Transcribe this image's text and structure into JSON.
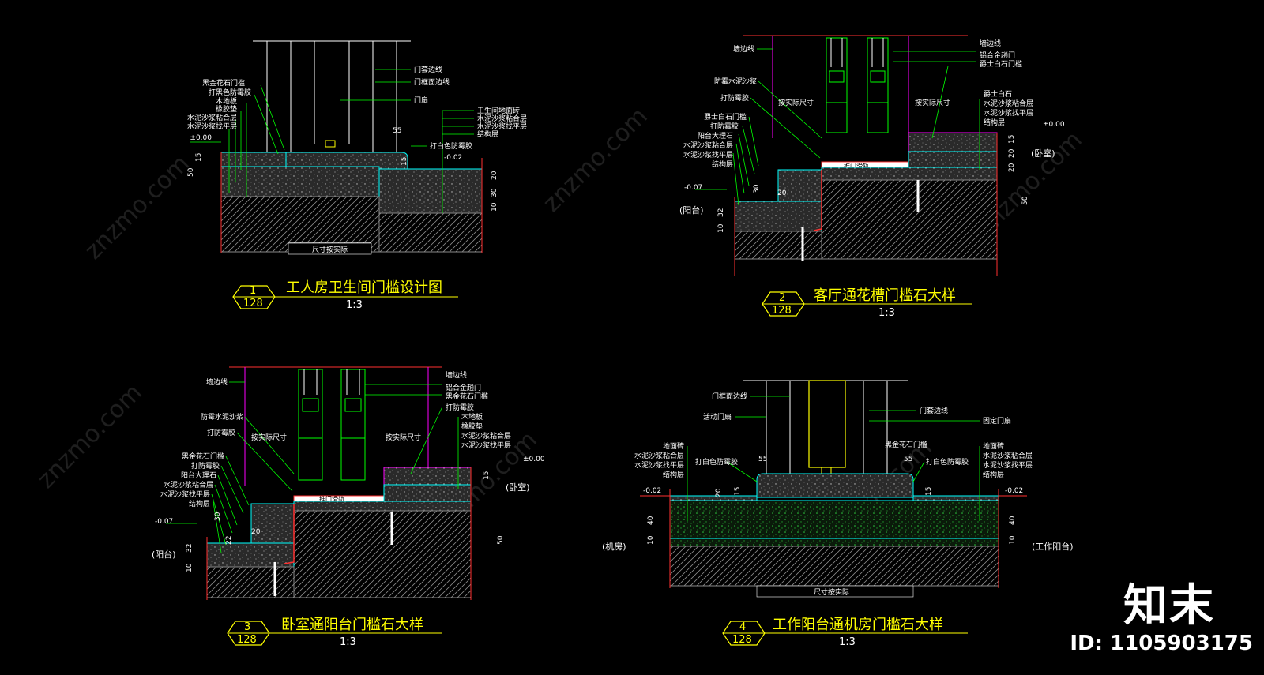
{
  "watermark": {
    "site": "znzmo.com",
    "brand": "知末",
    "id_text": "ID: 1105903175"
  },
  "details": [
    {
      "number": "1",
      "sheet": "128",
      "title": "工人房卫生间门槛设计图",
      "scale": "1:3",
      "left_labels": [
        "黑金花石门槛",
        "打黑色防霉胶",
        "木地板",
        "橡胶垫",
        "水泥沙浆粘合层",
        "水泥沙浆找平层",
        "±0.00"
      ],
      "right_labels": [
        "门套边线",
        "门框面边线",
        "门扇"
      ],
      "right_labels2": [
        "卫生间地面砖",
        "水泥沙浆粘合层",
        "水泥沙浆找平层",
        "结构层"
      ],
      "misc": [
        "打白色防霉胶",
        "-0.02",
        "55",
        "15",
        "15",
        "50",
        "20",
        "30",
        "10",
        "尺寸按实际"
      ]
    },
    {
      "number": "2",
      "sheet": "128",
      "title": "客厅通花槽门槛石大样",
      "scale": "1:3",
      "left_labels": [
        "墙边线",
        "防霉水泥沙浆",
        "打防霉胶",
        "爵士白石门槛",
        "打防霉胶",
        "阳台大理石",
        "水泥沙浆粘合层",
        "水泥沙浆找平层",
        "结构层"
      ],
      "right_labels": [
        "墙边线",
        "铝合金趟门",
        "爵士白石门槛",
        "爵士白石",
        "水泥沙浆粘合层",
        "水泥沙浆找平层",
        "结构层",
        "±0.00"
      ],
      "misc": [
        "按实际尺寸",
        "按实际尺寸",
        "-0.07",
        "(阳台)",
        "(卧室)",
        "推门滑轨",
        "20",
        "20",
        "20",
        "15",
        "50",
        "32",
        "10",
        "30"
      ]
    },
    {
      "number": "3",
      "sheet": "128",
      "title": "卧室通阳台门槛石大样",
      "scale": "1:3",
      "left_labels": [
        "墙边线",
        "防霉水泥沙浆",
        "打防霉胶",
        "黑金花石门槛",
        "打防霉胶",
        "阳台大理石",
        "水泥沙浆粘合层",
        "水泥沙浆找平层",
        "结构层"
      ],
      "right_labels": [
        "墙边线",
        "铝合金趟门",
        "黑金花石门槛",
        "打防霉胶",
        "木地板",
        "橡胶垫",
        "水泥沙浆粘合层",
        "水泥沙浆找平层",
        "±0.00"
      ],
      "misc": [
        "按实际尺寸",
        "按实际尺寸",
        "-0.07",
        "(阳台)",
        "(卧室)",
        "推门滑轨",
        "20",
        "22",
        "30",
        "10",
        "32",
        "15",
        "50"
      ]
    },
    {
      "number": "4",
      "sheet": "128",
      "title": "工作阳台通机房门槛石大样",
      "scale": "1:3",
      "left_labels": [
        "门框面边线",
        "活动门扇",
        "地面砖",
        "水泥沙浆粘合层",
        "水泥沙浆找平层",
        "结构层"
      ],
      "right_labels": [
        "门套边线",
        "固定门扇",
        "黑金花石门槛",
        "打白色防霉胶",
        "地面砖",
        "水泥沙浆粘合层",
        "水泥沙浆找平层",
        "结构层"
      ],
      "misc": [
        "打白色防霉胶",
        "55",
        "55",
        "-0.02",
        "-0.02",
        "(机房)",
        "(工作阳台)",
        "尺寸按实际",
        "20",
        "15",
        "15",
        "40",
        "10"
      ]
    }
  ]
}
